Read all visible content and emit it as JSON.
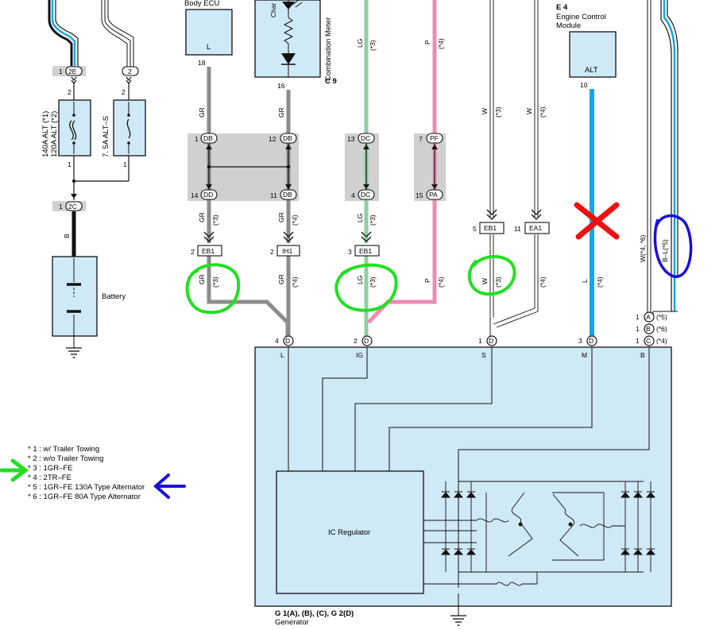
{
  "components": {
    "body_ecu": {
      "label": "Body ECU",
      "pin_letter": "L",
      "pin_num": "18"
    },
    "combination_meter": {
      "label1": "Combination Meter",
      "code": "C 9",
      "cut_label": "Char",
      "pin_num": "16"
    },
    "engine_control_module": {
      "code": "E 4",
      "label1": "Engine Control",
      "label2": "Module",
      "pin_letter": "ALT",
      "pin_num": "10"
    },
    "battery": {
      "label": "Battery"
    },
    "generator": {
      "code": "G 1(A), (B), (C), G 2(D)",
      "label": "Generator",
      "pins": [
        "L",
        "IG",
        "S",
        "M",
        "B"
      ],
      "regulator": "IC Regulator"
    },
    "fuse_main": {
      "label1": "140A ALT (*1)",
      "label2": "120A ALT (*2)",
      "top_pin": "2",
      "bottom_pin": "1"
    },
    "fuse_alts": {
      "label": "7. 5A ALT–S",
      "top_pin": "2",
      "bottom_pin": "1"
    }
  },
  "connectors": {
    "c2e": {
      "num": "1",
      "name": "2E",
      "below": "2"
    },
    "c2": {
      "name": "2",
      "below": "2"
    },
    "c2c": {
      "num": "1",
      "name": "2C"
    },
    "db1": {
      "num": "1",
      "name": "DB"
    },
    "db12": {
      "num": "12",
      "name": "DB"
    },
    "dd14": {
      "num": "14",
      "name": "DD"
    },
    "db11": {
      "num": "11",
      "name": "DB"
    },
    "dc13": {
      "num": "13",
      "name": "DC"
    },
    "dc4": {
      "num": "4",
      "name": "DC"
    },
    "pf7": {
      "num": "7",
      "name": "PF"
    },
    "pa15": {
      "num": "15",
      "name": "PA"
    },
    "eb1_a": {
      "num": "2",
      "name": "EB1"
    },
    "ih1": {
      "num": "2",
      "name": "IH1"
    },
    "eb1_b": {
      "num": "3",
      "name": "EB1"
    },
    "eb1_c": {
      "num": "5",
      "name": "EB1"
    },
    "ea1": {
      "num": "11",
      "name": "EA1"
    },
    "d4": {
      "num": "4",
      "name": "D"
    },
    "d2": {
      "num": "2",
      "name": "D"
    },
    "d1": {
      "num": "1",
      "name": "D"
    },
    "d3": {
      "num": "3",
      "name": "D"
    },
    "a1": {
      "num": "1",
      "name": "A",
      "note": "(*5)"
    },
    "b1": {
      "num": "1",
      "name": "B",
      "note": "(*6)"
    },
    "c1": {
      "num": "1",
      "name": "C",
      "note": "(*4)"
    }
  },
  "wire_labels": {
    "gr": "GR",
    "lg": "LG",
    "p": "P",
    "w": "W",
    "l": "L",
    "b": "B",
    "s3": "(*3)",
    "s4": "(*4)",
    "w46": "W(*4, *6)",
    "bl5": "B–L(*5)"
  },
  "legend": [
    "* 1 : w/ Trailer Towing",
    "* 2 : w/o Trailer Towing",
    "* 3 : 1GR–FE",
    "* 4 : 2TR–FE",
    "* 5 : 1GR–FE 130A Type Alternator",
    "* 6 : 1GR–FE 80A Type Alternator"
  ],
  "colors": {
    "wire_gray": "#8c8c8c",
    "wire_green": "#8fcf9f",
    "wire_pink": "#ef8ab4",
    "wire_blue": "#12a7e8",
    "wire_black": "#111111",
    "component_fill": "#cfe9f7",
    "annotation_green": "#22e022",
    "annotation_blue": "#1a10d8",
    "annotation_red": "#ee1111"
  }
}
